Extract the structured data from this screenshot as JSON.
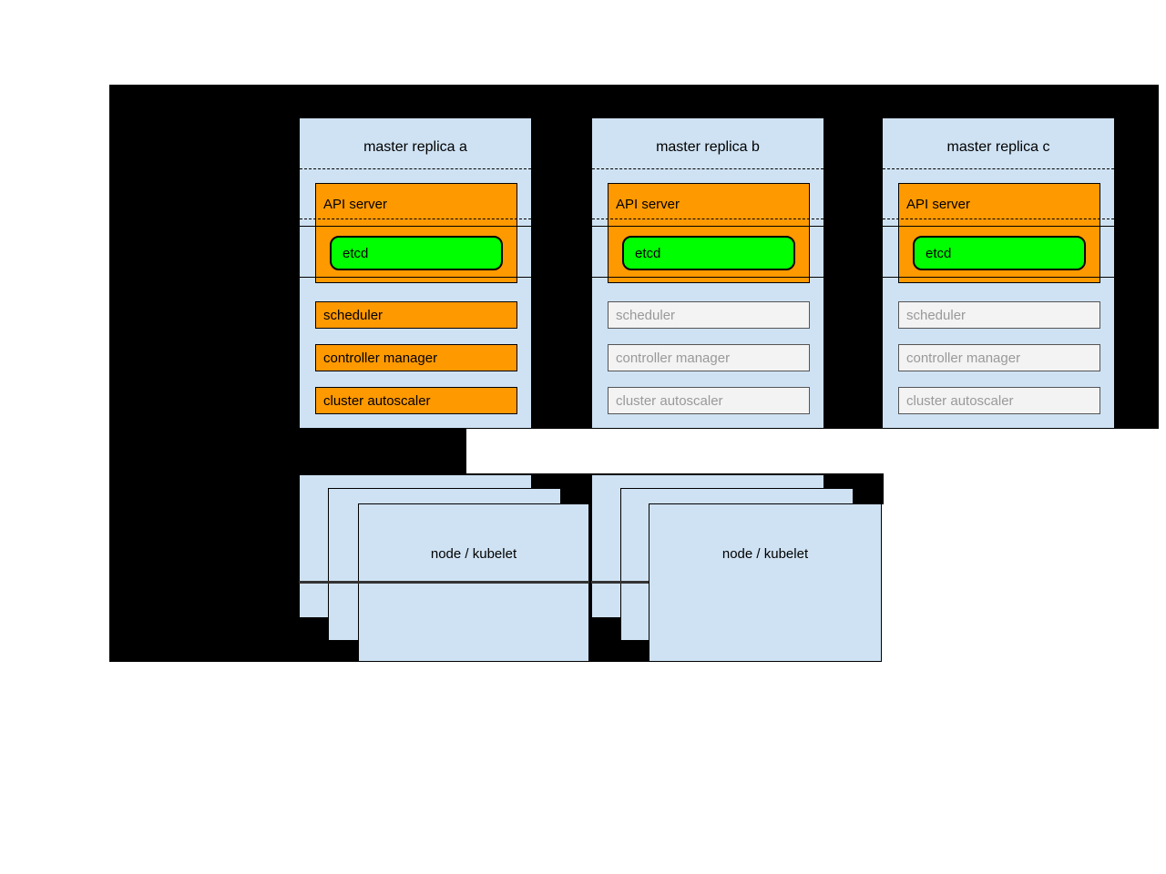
{
  "masters": [
    {
      "title": "master replica a"
    },
    {
      "title": "master replica b"
    },
    {
      "title": "master replica c"
    }
  ],
  "components": {
    "api_server": "API server",
    "etcd": "etcd",
    "scheduler": "scheduler",
    "controller_manager": "controller manager",
    "cluster_autoscaler": "cluster autoscaler"
  },
  "nodes": [
    {
      "label": "node / kubelet"
    },
    {
      "label": "node / kubelet"
    }
  ],
  "colors": {
    "active_component_orange": "#ff9900",
    "etcd_green": "#00ff00",
    "container_blue": "#cfe2f3",
    "inactive_fill": "#f3f3f3",
    "inactive_text": "#999999",
    "background_black": "#000000"
  }
}
